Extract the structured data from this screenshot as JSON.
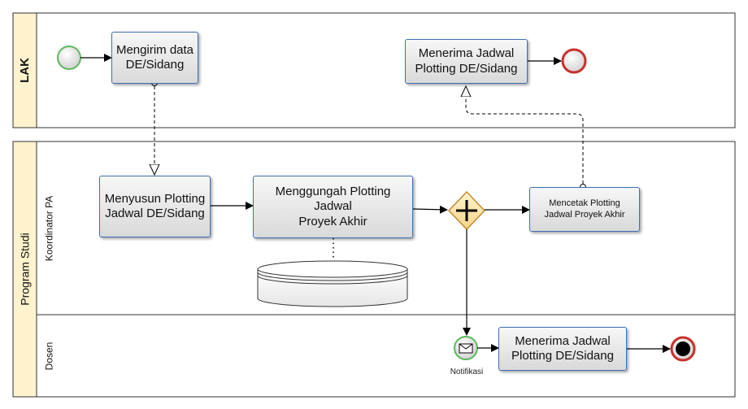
{
  "pools": {
    "lak": {
      "label": "LAK"
    },
    "program_studi": {
      "label": "Program Studi",
      "lanes": {
        "koordinator": "Koordinator PA",
        "dosen": "Dosen"
      }
    }
  },
  "tasks": {
    "kirim_data": "Mengirim data\nDE/Sidang",
    "terima_jadwal_lak": "Menerima Jadwal\nPlotting DE/Sidang",
    "menyusun": "Menyusun Plotting\nJadwal DE/Sidang",
    "mengunggah": "Menggungah Plotting\nJadwal\nProyek Akhir",
    "mencetak": "Mencetak Plotting\nJadwal Proyek Akhir",
    "terima_jadwal_dosen": "Menerima Jadwal\nPlotting DE/Sidang"
  },
  "events": {
    "notifikasi_label": "Notifikasi"
  },
  "colors": {
    "lane_header": "#fff2cc",
    "task_border": "#3f6fb3",
    "start_event": "#5cb85c",
    "end_event": "#c9302c",
    "gateway": "#ffe7a8"
  }
}
